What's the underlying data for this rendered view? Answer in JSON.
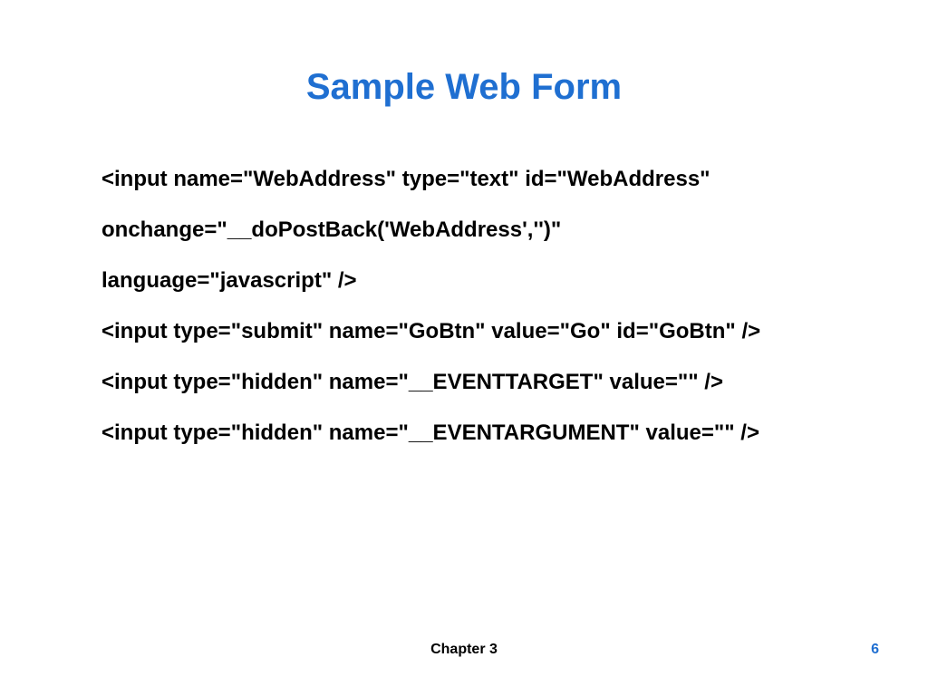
{
  "slide": {
    "title": "Sample Web Form",
    "lines": [
      "<input name=\"WebAddress\" type=\"text\" id=\"WebAddress\"",
      "onchange=\"__doPostBack('WebAddress','')\"",
      "language=\"javascript\" />",
      "<input type=\"submit\" name=\"GoBtn\" value=\"Go\" id=\"GoBtn\" />",
      "<input type=\"hidden\" name=\"__EVENTTARGET\" value=\"\" />",
      "<input type=\"hidden\" name=\"__EVENTARGUMENT\" value=\"\" />"
    ],
    "footer": {
      "center": "Chapter 3",
      "page_number": "6"
    },
    "colors": {
      "title": "#1f6fd1",
      "page_number": "#1f6fd1",
      "body_text": "#000000",
      "background": "#ffffff"
    }
  }
}
